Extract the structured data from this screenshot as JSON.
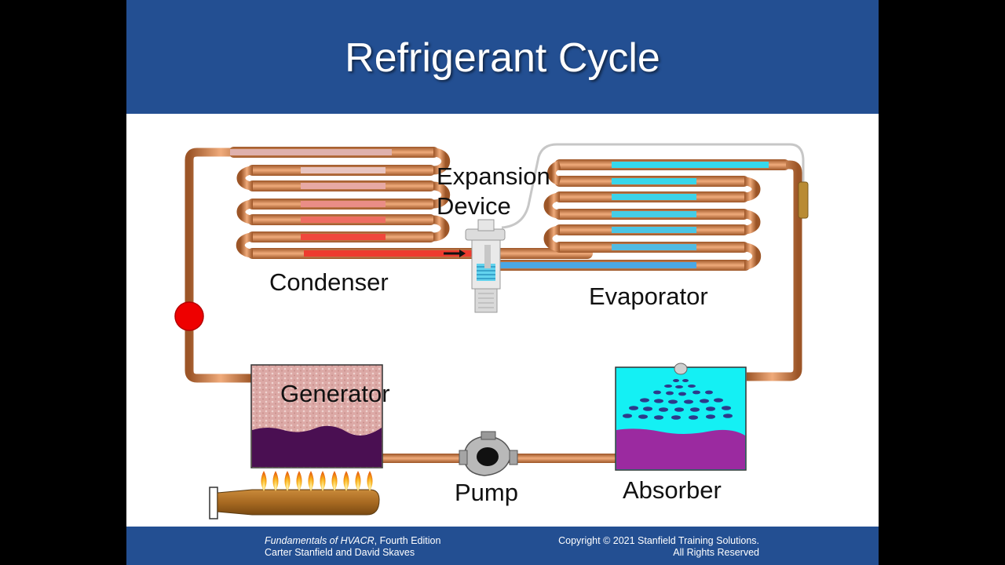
{
  "slide": {
    "title": "Refrigerant Cycle",
    "colors": {
      "header": "#234f92",
      "copper": "#d2834a",
      "hot_refrigerant": "#ee3b2e",
      "cold_refrigerant": "#35d9ec",
      "flame": "#f9b21c"
    }
  },
  "labels": {
    "expansion_line1": "Expansion",
    "expansion_line2": "Device",
    "condenser": "Condenser",
    "evaporator": "Evaporator",
    "generator": "Generator",
    "absorber": "Absorber",
    "pump": "Pump"
  },
  "footer": {
    "book_title": "Fundamentals of HVACR",
    "edition": ", Fourth Edition",
    "authors": "Carter Stanfield and David Skaves",
    "copyright": "Copyright © 2021 Stanfield Training Solutions.",
    "rights": "All Rights Reserved"
  }
}
